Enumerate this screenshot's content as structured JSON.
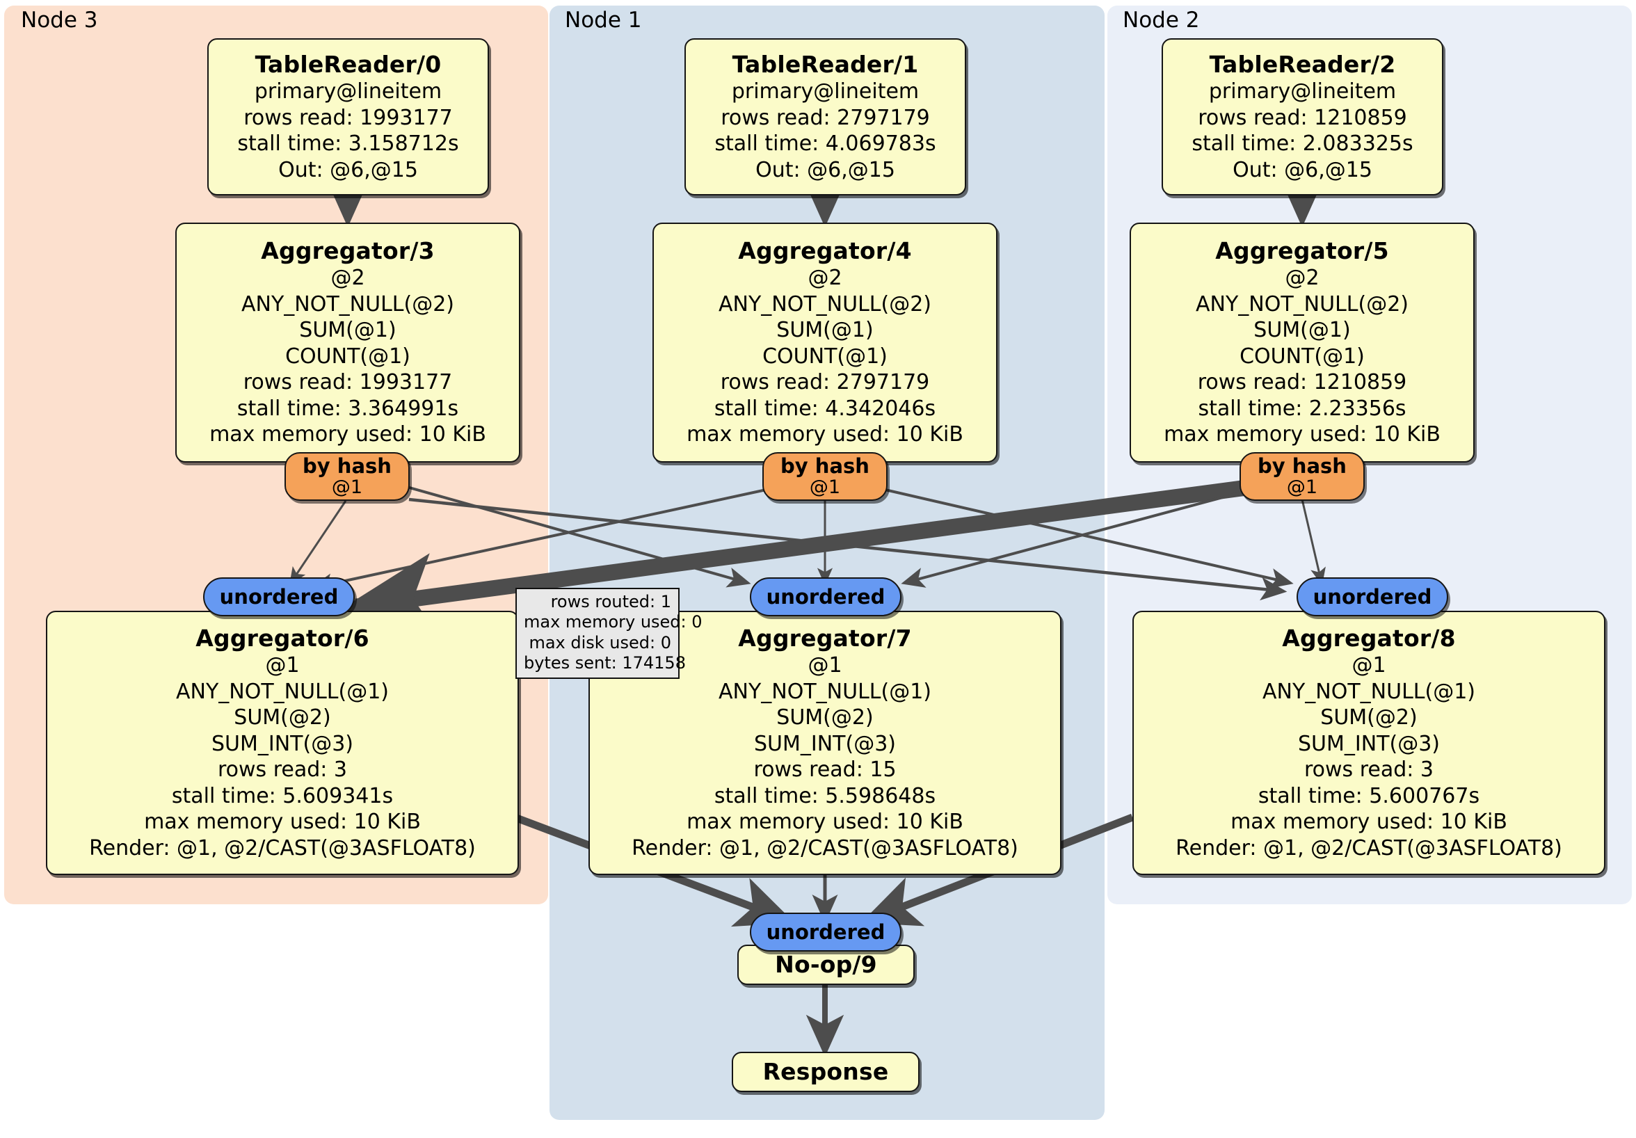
{
  "clusters": [
    {
      "label": "Node 3",
      "color": "#fce0ce"
    },
    {
      "label": "Node 1",
      "color": "#d3e0ec"
    },
    {
      "label": "Node 2",
      "color": "#eaeff8"
    }
  ],
  "colors": {
    "operator_fill": "#fbfbc9",
    "hash_fill": "#f5a259",
    "unordered_fill": "#6699f2",
    "tooltip_fill": "#e8e8e8",
    "node3_bg": "#fce0ce",
    "node1_bg": "#d3e0ec",
    "node2_bg": "#eaeff8",
    "edge_stroke": "#4d4d4d"
  },
  "table_readers": [
    {
      "title": "TableReader/0",
      "lines": [
        "primary@lineitem",
        "rows read: 1993177",
        "stall time: 3.158712s",
        "Out: @6,@15"
      ]
    },
    {
      "title": "TableReader/1",
      "lines": [
        "primary@lineitem",
        "rows read: 2797179",
        "stall time: 4.069783s",
        "Out: @6,@15"
      ]
    },
    {
      "title": "TableReader/2",
      "lines": [
        "primary@lineitem",
        "rows read: 1210859",
        "stall time: 2.083325s",
        "Out: @6,@15"
      ]
    }
  ],
  "aggregators_top": [
    {
      "title": "Aggregator/3",
      "lines": [
        "@2",
        "ANY_NOT_NULL(@2)",
        "SUM(@1)",
        "COUNT(@1)",
        "rows read: 1993177",
        "stall time: 3.364991s",
        "max memory used: 10 KiB"
      ]
    },
    {
      "title": "Aggregator/4",
      "lines": [
        "@2",
        "ANY_NOT_NULL(@2)",
        "SUM(@1)",
        "COUNT(@1)",
        "rows read: 2797179",
        "stall time: 4.342046s",
        "max memory used: 10 KiB"
      ]
    },
    {
      "title": "Aggregator/5",
      "lines": [
        "@2",
        "ANY_NOT_NULL(@2)",
        "SUM(@1)",
        "COUNT(@1)",
        "rows read: 1210859",
        "stall time: 2.23356s",
        "max memory used: 10 KiB"
      ]
    }
  ],
  "hash_routers": [
    {
      "title": "by hash",
      "sub": "@1"
    },
    {
      "title": "by hash",
      "sub": "@1"
    },
    {
      "title": "by hash",
      "sub": "@1"
    }
  ],
  "unordered_synchronizers": [
    {
      "label": "unordered"
    },
    {
      "label": "unordered"
    },
    {
      "label": "unordered"
    },
    {
      "label": "unordered"
    }
  ],
  "aggregators_bottom": [
    {
      "title": "Aggregator/6",
      "lines": [
        "@1",
        "ANY_NOT_NULL(@1)",
        "SUM(@2)",
        "SUM_INT(@3)",
        "rows read: 3",
        "stall time: 5.609341s",
        "max memory used: 10 KiB",
        "Render: @1, @2/CAST(@3ASFLOAT8)"
      ]
    },
    {
      "title": "Aggregator/7",
      "lines": [
        "@1",
        "ANY_NOT_NULL(@1)",
        "SUM(@2)",
        "SUM_INT(@3)",
        "rows read: 15",
        "stall time: 5.598648s",
        "max memory used: 10 KiB",
        "Render: @1, @2/CAST(@3ASFLOAT8)"
      ]
    },
    {
      "title": "Aggregator/8",
      "lines": [
        "@1",
        "ANY_NOT_NULL(@1)",
        "SUM(@2)",
        "SUM_INT(@3)",
        "rows read: 3",
        "stall time: 5.600767s",
        "max memory used: 10 KiB",
        "Render: @1, @2/CAST(@3ASFLOAT8)"
      ]
    }
  ],
  "edge_tooltip": {
    "lines": [
      "rows routed: 1",
      "max memory used: 0",
      "max disk used: 0",
      "bytes sent: 174158"
    ]
  },
  "terminal_nodes": [
    {
      "title": "No-op/9"
    },
    {
      "title": "Response"
    }
  ]
}
